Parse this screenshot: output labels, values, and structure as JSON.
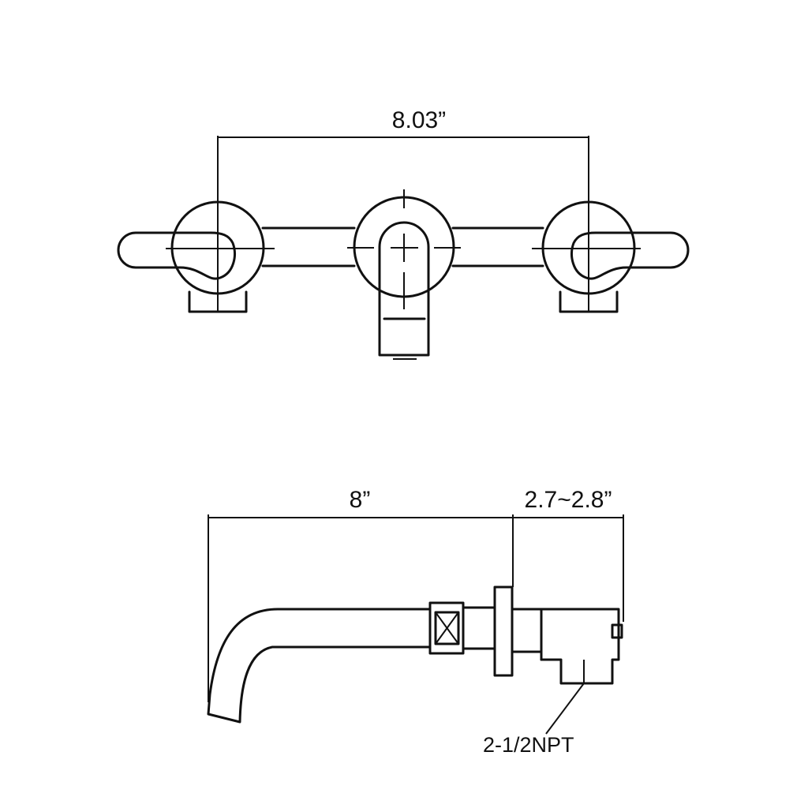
{
  "front_view": {
    "handle_spacing_label": "8.03”"
  },
  "side_view": {
    "spout_reach_label": "8”",
    "wall_depth_label": "2.7~2.8”",
    "connection_label": "2-1/2NPT"
  }
}
